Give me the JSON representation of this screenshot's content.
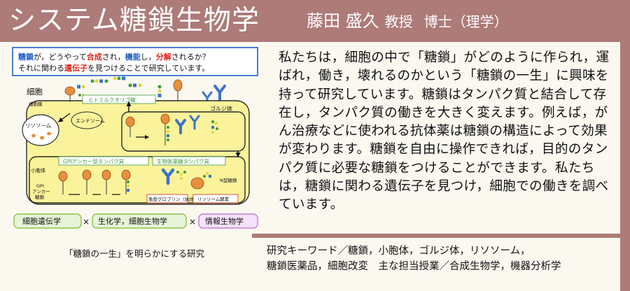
{
  "header": {
    "title": "システム糖鎖生物学",
    "name": "藤田 盛久",
    "rank": "教授",
    "degree": "博士（理学）"
  },
  "description": "私たちは，細胞の中で「糖鎖」がどのように作られ，運ばれ，働き，壊れるのかという「糖鎖の一生」に興味を持って研究しています。糖鎖はタンパク質と結合して存在し，タンパク質の働きを大きく変えます。例えば，がん治療などに使われる抗体薬は糖鎖の構造によって効果が変わります。糖鎖を自由に操作できれば，目的のタンパク質に必要な糖鎖をつけることができます。私たちは，糖鎖に関わる遺伝子を見つけ，細胞での働きを調べています。",
  "keywords": {
    "line1": "研究キーワード／糖鎖，小胞体，ゴルジ体，リソソーム，",
    "line2": "糖鎖医薬品，細胞改変　主な担当授業／合成生物学，機器分析学"
  },
  "figure": {
    "caption": "「糖鎖の一生」を明らかにする研究",
    "banner": {
      "w1": "糖鎖",
      "t1": "が，どうやって",
      "w2": "合成",
      "t2": "され，",
      "w3": "機能",
      "t3": "し，",
      "w4": "分解",
      "t4": "されるか？",
      "t5": "それに関わる",
      "w5": "遺伝子",
      "t6": "を見つけることで研究しています。"
    },
    "labels": {
      "cell": "細胞",
      "membrane": "細胞膜",
      "hmo": "ヒトミルクオリゴ糖",
      "endosome": "エンドソーム",
      "golgi": "ゴルジ体",
      "lysosome": "リソソーム",
      "gpi_protein": "GPIアンカー型タンパク質",
      "biopharma": "生物医薬糖タンパク質",
      "er": "小胞体",
      "gpi_anchor_line1": "GPI",
      "gpi_anchor_line2": "アンカー",
      "gpi_anchor_line3": "糖鎖",
      "n_glycan": "N型糖鎖",
      "immunoglobulin": "免疫グロブリン（抗体）",
      "lysosomal_enzyme": "リソソーム酵素"
    },
    "fields": {
      "f1": "細胞遺伝学",
      "f2": "生化学，細胞生物学",
      "f3": "情報生物学",
      "times": "×"
    },
    "colors": {
      "banner_border": "#1f5fc6",
      "highlight_red": "#e0241b",
      "highlight_blue": "#1f5fc6",
      "cell_fill": "#fbf39b",
      "cell_border": "#2b2b2b",
      "field_green": "#8bc34a",
      "field_purple": "#c77ad9",
      "antibody": "#3a74c9",
      "protein": "#ea8f3e"
    }
  }
}
